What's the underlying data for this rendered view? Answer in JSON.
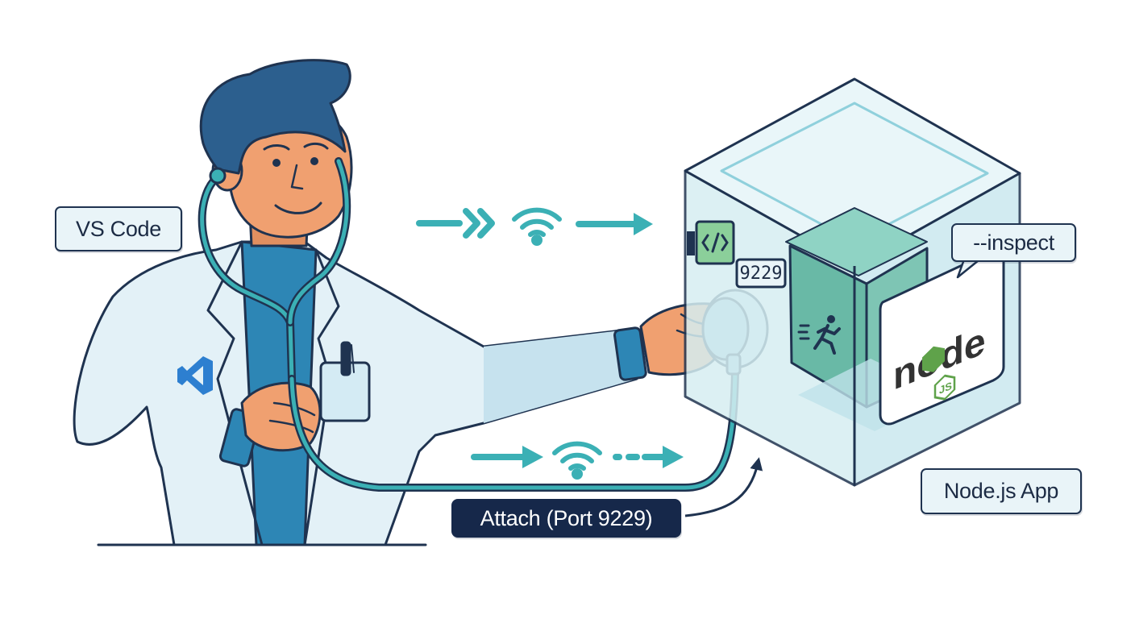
{
  "labels": {
    "vscode": "VS Code",
    "inspect": "--inspect",
    "node_app": "Node.js App",
    "attach": "Attach (Port 9229)",
    "port": "9229"
  },
  "logo": {
    "node_text": "node",
    "js_text": "JS"
  },
  "colors": {
    "outline": "#1f3350",
    "teal": "#3bb0b5",
    "coat": "#e3f1f7",
    "skin": "#f0a070",
    "hair": "#2c5f8e",
    "shirt": "#2d86b5",
    "box_glass": "#d6eef2",
    "node_green": "#5fa24a",
    "label_bg": "#e9f4f8",
    "attach_bg": "#16284a"
  },
  "icons": {
    "vscode_logo": "vscode-logo-icon",
    "code_tag": "code-tag-icon",
    "wifi": "wifi-icon",
    "running_man": "running-man-icon",
    "stethoscope": "stethoscope-icon"
  }
}
